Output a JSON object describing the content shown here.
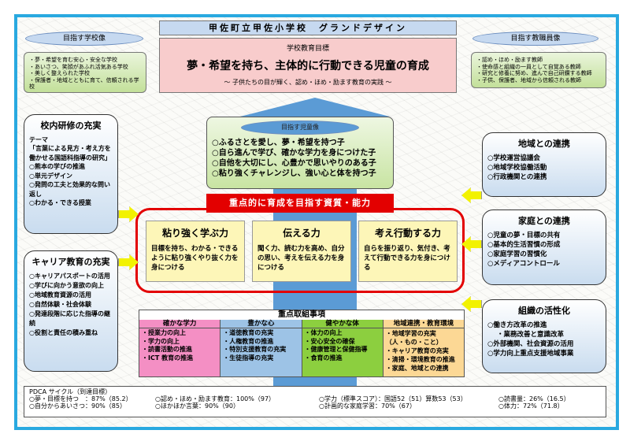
{
  "title": "甲佐町立甲佐小学校　グランドデザイン",
  "school_goal": {
    "label": "学校教育目標",
    "main": "夢・希望を持ち、主体的に行動できる児童の育成",
    "sub": "～ 子供たちの目が輝く、認め・ほめ・励ます教育の実践 ～"
  },
  "school_image": {
    "label": "目指す学校像",
    "items": [
      "・夢・希望を育む安心・安全な学校",
      "・あいさつ、笑顔があふれ活気ある学校",
      "・美しく整えられた学校",
      "・保護者・地域とともに育て、信頼される学校"
    ]
  },
  "teacher_image": {
    "label": "目指す教職員像",
    "items": [
      "・認め・ほめ・励ます教師",
      "・使命感と組織の一員として自覚ある教師",
      "・研究と修養に努め、進んで自己研鑽する教師",
      "・子供、保護者、地域から信頼される教師"
    ]
  },
  "child_image": {
    "label": "目指す児童像",
    "items": [
      "○ふるさとを愛し、夢・希望を持つ子",
      "○自ら進んで学び、確かな学力を身につけた子",
      "○自他を大切にし、心豊かで思いやりのある子",
      "○粘り強くチャレンジし、強い心と体を持つ子"
    ]
  },
  "abilities": {
    "banner": "重点的に育成を目指す資質・能力",
    "items": [
      {
        "title": "粘り強く学ぶ力",
        "text": "目標を持ち、わかる・できるように粘り強くやり抜く力を身につける"
      },
      {
        "title": "伝える力",
        "text": "聞く力、読む力を高め、自分の思い、考えを伝える力を身につける"
      },
      {
        "title": "考え行動する力",
        "text": "自らを振り返り、気付き、考えて行動できる力を身につける"
      }
    ]
  },
  "left_boxes": [
    {
      "title": "校内研修の充実",
      "items": [
        "テーマ",
        "「言葉による見方・考え方を働かせる国語科指導の研究」",
        "○熊本の学びの推進",
        "○単元デザイン",
        "○発問の工夫と効果的な問い返し",
        "○わかる・できる授業"
      ]
    },
    {
      "title": "キャリア教育の充実",
      "items": [
        "○キャリアパスポートの活用",
        "○学びに向かう意欲の向上",
        "○地域教育資源の活用",
        "○自然体験・社会体験",
        "○発達段階に応じた指導の継続",
        "○役割と責任の積み重ね"
      ]
    }
  ],
  "right_boxes": [
    {
      "title": "地域との連携",
      "items": [
        "○学校運営協議会",
        "○地域学校協働活動",
        "○行政機関との連携"
      ]
    },
    {
      "title": "家庭との連携",
      "items": [
        "○児童の夢・目標の共有",
        "○基本的生活習慣の形成",
        "○家庭学習の習慣化",
        "○メディアコントロール"
      ]
    },
    {
      "title": "組織の活性化",
      "items": [
        "○働き方改革の推進",
        "・業務改善と意識改革",
        "○外部機関、社会資源の活用",
        "○学力向上重点支援地域事業"
      ]
    }
  ],
  "priorities": {
    "title": "重点取組事項",
    "columns": [
      {
        "header": "確かな学力",
        "color": "#f48fc4",
        "items": [
          "・授業力の向上",
          "・学力の向上",
          "・読書活動の推進",
          "・ICT 教育の推進"
        ]
      },
      {
        "header": "豊かな心",
        "color": "#9dc3e6",
        "items": [
          "・道徳教育の充実",
          "・人権教育の推進",
          "・特別支援教育の充実",
          "・生徒指導の充実"
        ]
      },
      {
        "header": "健やかな体",
        "color": "#8ccf3f",
        "items": [
          "・体力の向上",
          "・安心安全の確保",
          "・健康管理と保健指導",
          "・食育の推進"
        ]
      },
      {
        "header": "地域連携・教育環境",
        "color": "#fcd895",
        "items": [
          "・地域学習の充実",
          "（人・もの・こと）",
          "・キャリア教育の充実",
          "・清掃・環境教育の推進",
          "・家庭、地域との連携"
        ]
      }
    ]
  },
  "pdca": {
    "title": "PDCA サイクル（到達目標）",
    "row1": [
      "○夢・目標を持つ　：87%（85.2）",
      "○認め・ほめ・励ます教育：100%（97）",
      "○学力（標準スコア）：国語52（51）算数53（53）",
      "○読書量：26%（16.5）"
    ],
    "row2": [
      "○自分からあいさつ：90%（85）",
      "○ほかほか言葉：90%（90）",
      "○計画的な家庭学習：70%（67）",
      "○体力：72%（71.8）"
    ]
  }
}
